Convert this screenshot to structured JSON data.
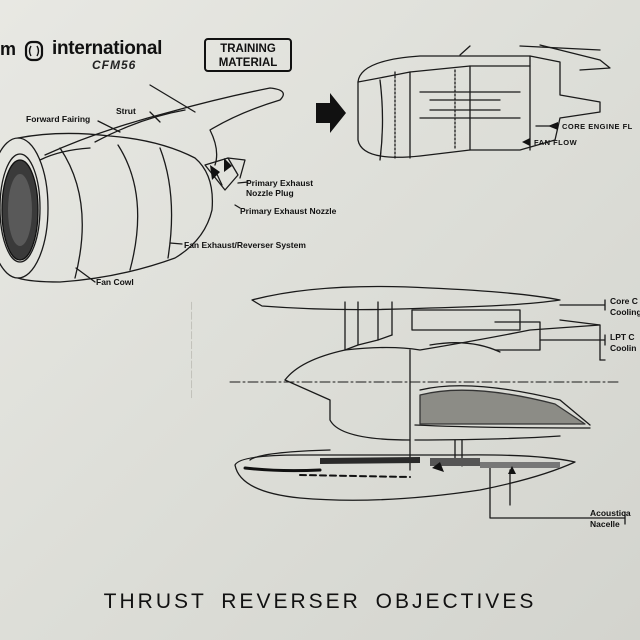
{
  "header": {
    "brand_fragment": "m",
    "brand_name": "international",
    "brand_sub": "CFM56",
    "training_line1": "TRAINING",
    "training_line2": "MATERIAL"
  },
  "engine_labels": {
    "strut": "Strut",
    "forward_fairing": "Forward Fairing",
    "primary_exhaust_plug": "Primary Exhaust\nNozzle Plug",
    "primary_exhaust_nozzle": "Primary Exhaust Nozzle",
    "fan_exhaust": "Fan Exhaust/Reverser System",
    "fan_cowl": "Fan Cowl"
  },
  "flow_labels": {
    "core_engine_flow": "CORE ENGINE FL",
    "fan_flow": "FAN FLOW"
  },
  "section_labels": {
    "core_cooling": "Core C\nCooling",
    "lpt_cooling": "LPT C\nCoolin",
    "acoustical_nacelle": "Acoustica\nNacelle"
  },
  "page_title": "THRUST REVERSER OBJECTIVES"
}
